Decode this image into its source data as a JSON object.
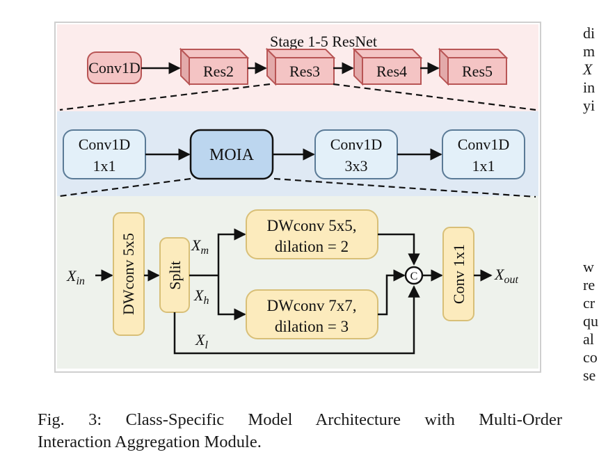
{
  "figure": {
    "stage_title": "Stage 1-5 ResNet",
    "top_row": {
      "conv": "Conv1D",
      "res_blocks": [
        "Res2",
        "Res3",
        "Res4",
        "Res5"
      ]
    },
    "middle_row": {
      "conv1": [
        "Conv1D",
        "1x1"
      ],
      "moia": "MOIA",
      "conv2": [
        "Conv1D",
        "3x3"
      ],
      "conv3": [
        "Conv1D",
        "1x1"
      ]
    },
    "bottom_row": {
      "input_label": {
        "base": "X",
        "sub": "in"
      },
      "dwconv_vertical": "DWconv 5x5",
      "split": "Split",
      "branch_m": {
        "base": "X",
        "sub": "m"
      },
      "branch_h": {
        "base": "X",
        "sub": "h"
      },
      "branch_l": {
        "base": "X",
        "sub": "l"
      },
      "dw_upper": [
        "DWconv 5x5,",
        "dilation = 2"
      ],
      "dw_lower": [
        "DWconv 7x7,",
        "dilation = 3"
      ],
      "concat": "C",
      "conv_out": "Conv 1x1",
      "output_label": {
        "base": "X",
        "sub": "out"
      }
    },
    "colors": {
      "top_bg": "#fcecec",
      "red_fill": "#f4c4c4",
      "red_stroke": "#b85555",
      "mid_bg": "#dfe9f4",
      "blue_fill": "#e3f0f9",
      "blue_stroke": "#5a7a96",
      "moia_fill": "#bcd6ef",
      "bot_bg": "#eef2ec",
      "yellow_fill": "#fcebbd",
      "yellow_stroke": "#d8bf77"
    }
  },
  "caption": {
    "line1": "Fig. 3: Class-Specific Model Architecture with Multi-Order",
    "line2": "Interaction Aggregation Module."
  },
  "side_text": {
    "top": [
      "di",
      "m",
      "X",
      "in",
      "yi"
    ],
    "bottom": [
      "w",
      "re",
      "cr",
      "qu",
      "al",
      "co",
      "se"
    ]
  }
}
